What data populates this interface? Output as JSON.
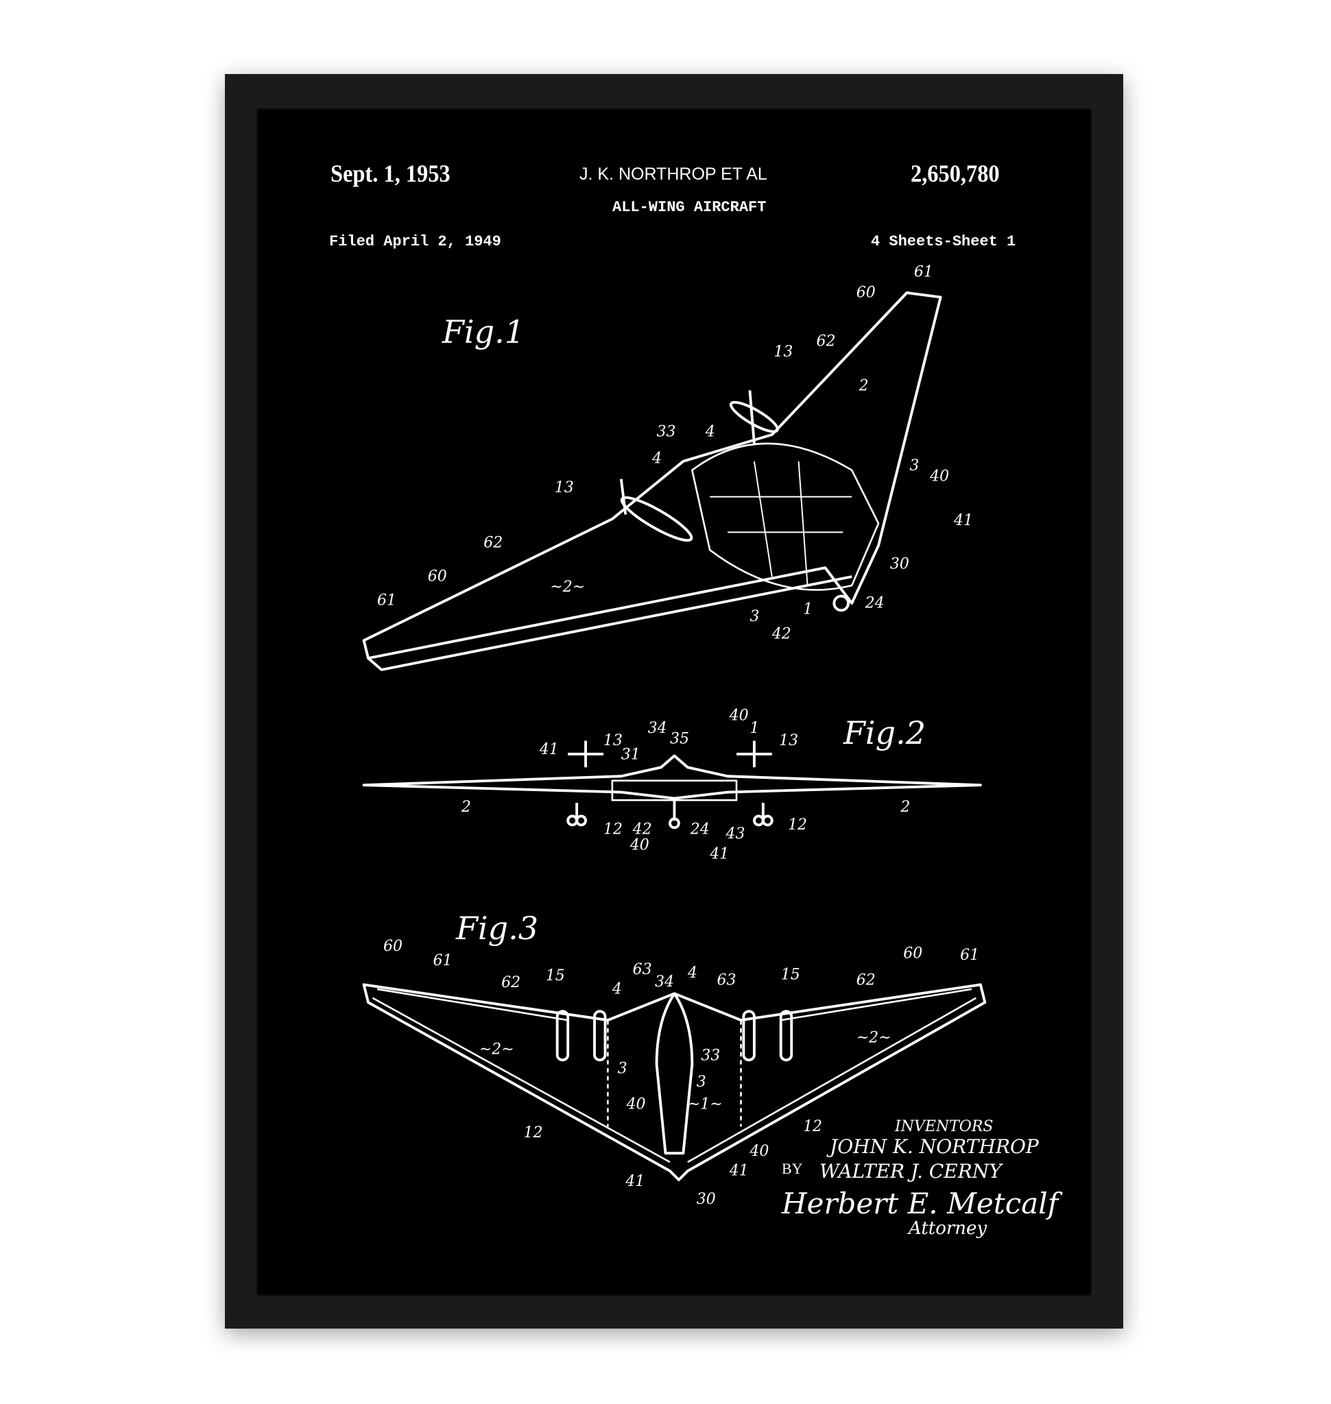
{
  "header": {
    "date": "Sept. 1, 1953",
    "inventor_line": "J. K. NORTHROP  ET AL",
    "patent_number": "2,650,780",
    "title": "ALL-WING AIRCRAFT",
    "filed": "Filed April 2, 1949",
    "sheets": "4 Sheets-Sheet 1"
  },
  "figures": {
    "fig1": {
      "label": "Fig.1",
      "refs": [
        "60",
        "61",
        "62",
        "13",
        "2",
        "33",
        "4",
        "4",
        "3",
        "40",
        "13",
        "41",
        "62",
        "30",
        "60",
        "61",
        "~2~",
        "24",
        "1",
        "3",
        "42"
      ]
    },
    "fig2": {
      "label": "Fig.2",
      "refs": [
        "34",
        "40",
        "41",
        "13",
        "35",
        "1",
        "13",
        "31",
        "2",
        "2",
        "12",
        "42",
        "24",
        "43",
        "12",
        "40",
        "41"
      ]
    },
    "fig3": {
      "label": "Fig.3",
      "refs": [
        "60",
        "61",
        "15",
        "63",
        "62",
        "4",
        "34",
        "4",
        "63",
        "15",
        "62",
        "60",
        "61",
        "~2~",
        "33",
        "~2~",
        "3",
        "3",
        "40",
        "~1~",
        "12",
        "12",
        "40",
        "41",
        "41",
        "30"
      ]
    }
  },
  "signature": {
    "inventors_heading": "INVENTORS",
    "inventor_1": "JOHN K. NORTHROP",
    "inventor_2": "WALTER J. CERNY",
    "by": "BY",
    "attorney_signature": "Herbert E. Metcalf",
    "attorney_label": "Attorney"
  }
}
